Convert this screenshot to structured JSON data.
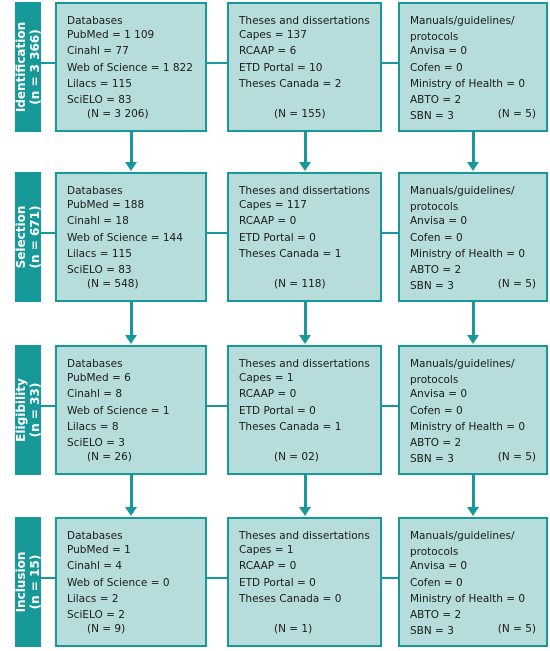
{
  "rows": [
    {
      "stage": "Identification\n(n = 3 366)",
      "databases": {
        "heading": "Databases",
        "lines": [
          "PubMed = 1 109",
          "Cinahl = 77",
          "Web of Science = 1 822",
          "Lilacs = 115",
          "SciELO = 83"
        ],
        "total": "(N = 3 206)"
      },
      "theses": {
        "heading": "Theses and dissertations",
        "lines": [
          "Capes = 137",
          "RCAAP = 6",
          "ETD Portal = 10",
          "Theses Canada = 2"
        ],
        "total": "(N = 155)"
      },
      "manuals": {
        "heading": "Manuals/guidelines/\nprotocols",
        "lines": [
          "Anvisa = 0",
          "Cofen = 0",
          "Ministry of Health = 0",
          "ABTO = 2",
          "SBN = 3"
        ],
        "total": "(N = 5)"
      }
    },
    {
      "stage": "Selection\n(n = 671)",
      "databases": {
        "heading": "Databases",
        "lines": [
          "PubMed = 188",
          "Cinahl = 18",
          "Web of Science = 144",
          "Lilacs = 115",
          "SciELO = 83"
        ],
        "total": "(N = 548)"
      },
      "theses": {
        "heading": "Theses and dissertations",
        "lines": [
          "Capes = 117",
          "RCAAP = 0",
          "ETD Portal = 0",
          "Theses Canada = 1"
        ],
        "total": "(N = 118)"
      },
      "manuals": {
        "heading": "Manuals/guidelines/\nprotocols",
        "lines": [
          "Anvisa = 0",
          "Cofen = 0",
          "Ministry of Health = 0",
          "ABTO = 2",
          "SBN = 3"
        ],
        "total": "(N = 5)"
      }
    },
    {
      "stage": "Eligibility\n(n = 33)",
      "databases": {
        "heading": "Databases",
        "lines": [
          "PubMed = 6",
          "Cinahl = 8",
          "Web of Science = 1",
          "Lilacs = 8",
          "SciELO = 3"
        ],
        "total": "(N = 26)"
      },
      "theses": {
        "heading": "Theses and dissertations",
        "lines": [
          "Capes = 1",
          "RCAAP = 0",
          "ETD Portal = 0",
          "Theses Canada = 1"
        ],
        "total": "(N = 02)"
      },
      "manuals": {
        "heading": "Manuals/guidelines/\nprotocols",
        "lines": [
          "Anvisa = 0",
          "Cofen = 0",
          "Ministry of Health = 0",
          "ABTO = 2",
          "SBN = 3"
        ],
        "total": "(N = 5)"
      }
    },
    {
      "stage": "Inclusion\n(n = 15)",
      "databases": {
        "heading": "Databases",
        "lines": [
          "PubMed = 1",
          "Cinahl = 4",
          "Web of Science = 0",
          "Lilacs = 2",
          "SciELO = 2"
        ],
        "total": "(N = 9)"
      },
      "theses": {
        "heading": "Theses and dissertations",
        "lines": [
          "Capes = 1",
          "RCAAP = 0",
          "ETD Portal = 0",
          "Theses Canada = 0"
        ],
        "total": "(N = 1)"
      },
      "manuals": {
        "heading": "Manuals/guidelines/\nprotocols",
        "lines": [
          "Anvisa = 0",
          "Cofen = 0",
          "Ministry of Health = 0",
          "ABTO = 2",
          "SBN = 3"
        ],
        "total": "(N = 5)"
      }
    }
  ]
}
